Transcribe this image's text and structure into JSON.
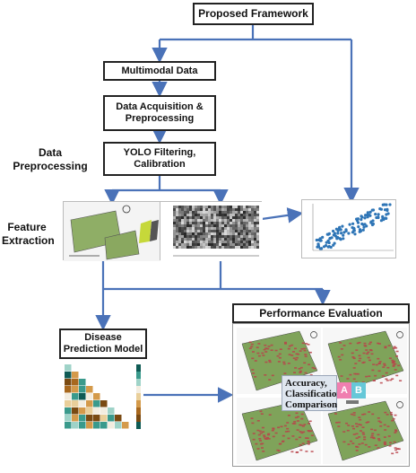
{
  "title": "Proposed Framework",
  "steps": {
    "multimodal": "Multimodal Data",
    "acquisition": "Data Acquisition & Preprocessing",
    "yolo": "YOLO Filtering, Calibration"
  },
  "side_labels": {
    "data_preprocessing": "Data Preprocessing",
    "feature_extraction": "Feature Extraction"
  },
  "disease_model": "Disease Prediction Model",
  "performance": {
    "title": "Performance Evaluation",
    "callout": "Accuracy, Classification Comparison",
    "badge_a": "A",
    "badge_b": "B"
  },
  "colors": {
    "arrow": "#4a72b8",
    "scatter_point": "#2e75b6",
    "field_green": "#7fa35a",
    "field_red": "#b8434a"
  }
}
